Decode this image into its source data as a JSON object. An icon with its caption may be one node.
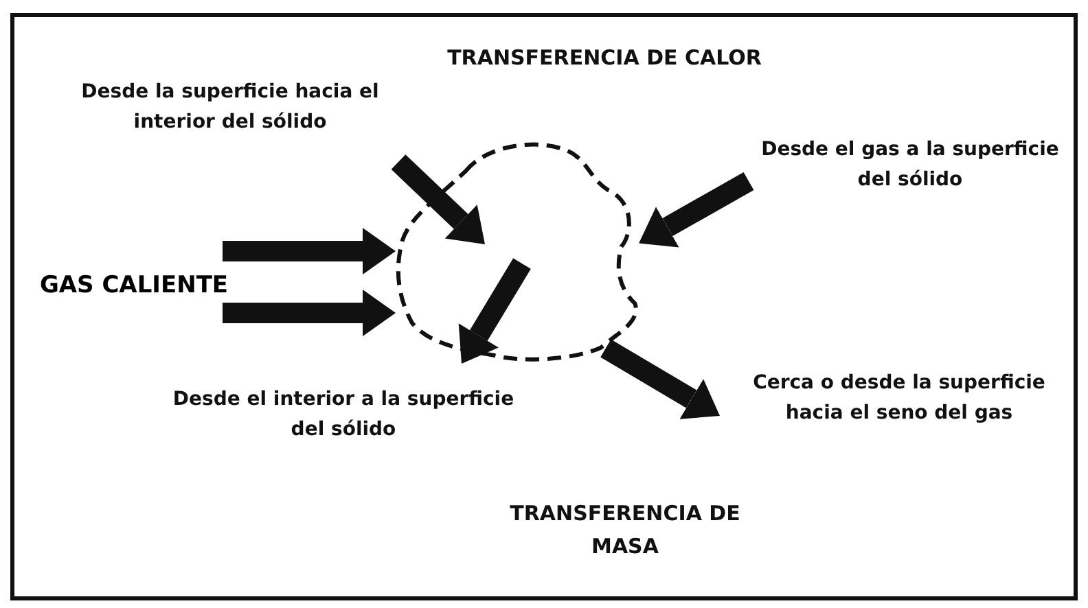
{
  "diagram": {
    "nodes": [
      {
        "text": [],
        "shape": "cloud"
      },
      {
        "text": [
          "GAS CALIENTE"
        ]
      }
    ],
    "edges": [
      {
        "from": 1,
        "to": 0,
        "arrow": "to"
      },
      {
        "from": 1,
        "to": 0,
        "arrow": "to"
      },
      {
        "from": null,
        "to": 0,
        "arrow": "to"
      },
      {
        "from": 0,
        "to": null,
        "arrow": "to"
      }
    ],
    "labels": [
      "TRANSFERENCIA DE CALOR",
      "Desde la superficie hacia el interior del sólido",
      "Desde el gas a la superficie del sólido",
      "Desde el interior a la superficie del sólido",
      "Cerca o desde la superficie hacia el seno del gas",
      "TRANSFERENCIA DE MASA"
    ]
  }
}
